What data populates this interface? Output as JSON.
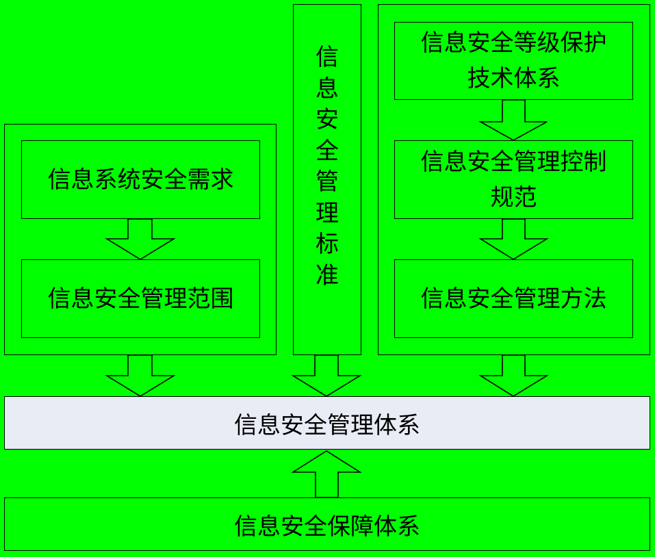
{
  "left_group": {
    "requirements": "信息系统安全需求",
    "scope": "信息安全管理范围"
  },
  "center_column": {
    "standard": "信息安全管理标准"
  },
  "right_group": {
    "protection_tech": "信息安全等级保护技术体系",
    "control_spec": "信息安全管理控制规范",
    "method": "信息安全管理方法"
  },
  "management_system": "信息安全管理体系",
  "assurance_system": "信息安全保障体系",
  "colors": {
    "background": "#00ff00",
    "management_system_fill": "#e8ecf4",
    "border": "#000000"
  }
}
